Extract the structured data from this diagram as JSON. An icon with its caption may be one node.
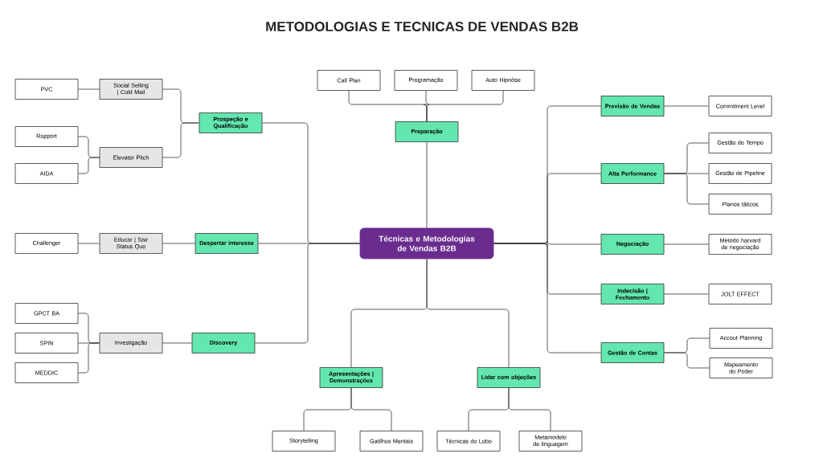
{
  "diagram": {
    "title": "METODOLOGIAS E TECNICAS DE VENDAS B2B",
    "nodes": [
      {
        "text": [
          "Call Plan"
        ]
      },
      {
        "text": [
          "Programação"
        ]
      },
      {
        "text": [
          "Auto Hipnóse"
        ]
      },
      {
        "text": [
          "PVC"
        ]
      },
      {
        "text": [
          "Social Selling | Cold Mail"
        ]
      },
      {
        "text": [
          "Previsão de Vendas"
        ]
      },
      {
        "text": [
          "Commitment Level"
        ]
      },
      {
        "text": [
          "Prospeção e Qualificação"
        ]
      },
      {
        "text": [
          "Preparação"
        ]
      },
      {
        "text": [
          "Rapport"
        ]
      },
      {
        "text": [
          "Gestão do Tempo"
        ]
      },
      {
        "text": [
          "Elevator Pitch"
        ]
      },
      {
        "text": [
          "Alta Performance"
        ]
      },
      {
        "text": [
          "Gestão de Pipeline"
        ]
      },
      {
        "text": [
          "AIDA"
        ]
      },
      {
        "text": [
          "Planos táticos"
        ]
      },
      {
        "text": [
          "Challenger"
        ]
      },
      {
        "text": [
          "Educar | Sair Status Quo"
        ]
      },
      {
        "text": [
          "Despertar interesse"
        ]
      },
      {
        "text": [
          "Técnicas e Metodologias de Vendas B2B"
        ]
      },
      {
        "text": [
          "Negociação"
        ]
      },
      {
        "text": [
          "Método harvard de negociação"
        ]
      },
      {
        "text": [
          "Indecisão | Fechamento"
        ]
      },
      {
        "text": [
          "JOLT EFFECT"
        ]
      },
      {
        "text": [
          "GPCT BA"
        ]
      },
      {
        "text": [
          "Gestão de Contas"
        ]
      },
      {
        "text": [
          "Accout Planning"
        ]
      },
      {
        "text": [
          "SPIN"
        ]
      },
      {
        "text": [
          "Investigação"
        ]
      },
      {
        "text": [
          "Discovery"
        ]
      },
      {
        "text": [
          "Mapeamento do Poder"
        ]
      },
      {
        "text": [
          "MEDDIC"
        ]
      },
      {
        "text": [
          "Apresentações | Demonstrações"
        ]
      },
      {
        "text": [
          "Lidar com objeções"
        ]
      },
      {
        "text": [
          "Storytelling"
        ]
      },
      {
        "text": [
          "Gatilhos Mentais"
        ]
      },
      {
        "text": [
          "Técnicas do Lobo"
        ]
      },
      {
        "text": [
          "Metamodelo de linguagem"
        ]
      }
    ],
    "edges": [
      {
        "from": 19,
        "to": 8,
        "arrow": "none"
      },
      {
        "from": 8,
        "to": 0,
        "arrow": "none"
      },
      {
        "from": 8,
        "to": 1,
        "arrow": "none"
      },
      {
        "from": 8,
        "to": 2,
        "arrow": "none"
      },
      {
        "from": 19,
        "to": 7,
        "arrow": "none"
      },
      {
        "from": 7,
        "to": 4,
        "arrow": "none"
      },
      {
        "from": 7,
        "to": 11,
        "arrow": "none"
      },
      {
        "from": 4,
        "to": 3,
        "arrow": "none"
      },
      {
        "from": 11,
        "to": 9,
        "arrow": "none"
      },
      {
        "from": 11,
        "to": 14,
        "arrow": "none"
      },
      {
        "from": 19,
        "to": 18,
        "arrow": "none"
      },
      {
        "from": 18,
        "to": 17,
        "arrow": "none"
      },
      {
        "from": 17,
        "to": 16,
        "arrow": "none"
      },
      {
        "from": 19,
        "to": 29,
        "arrow": "none"
      },
      {
        "from": 29,
        "to": 28,
        "arrow": "none"
      },
      {
        "from": 28,
        "to": 24,
        "arrow": "none"
      },
      {
        "from": 28,
        "to": 27,
        "arrow": "none"
      },
      {
        "from": 28,
        "to": 31,
        "arrow": "none"
      },
      {
        "from": 19,
        "to": 5,
        "arrow": "none"
      },
      {
        "from": 5,
        "to": 6,
        "arrow": "none"
      },
      {
        "from": 19,
        "to": 12,
        "arrow": "none"
      },
      {
        "from": 12,
        "to": 10,
        "arrow": "none"
      },
      {
        "from": 12,
        "to": 13,
        "arrow": "none"
      },
      {
        "from": 12,
        "to": 15,
        "arrow": "none"
      },
      {
        "from": 19,
        "to": 20,
        "arrow": "none"
      },
      {
        "from": 20,
        "to": 21,
        "arrow": "none"
      },
      {
        "from": 19,
        "to": 22,
        "arrow": "none"
      },
      {
        "from": 22,
        "to": 23,
        "arrow": "none"
      },
      {
        "from": 19,
        "to": 25,
        "arrow": "none"
      },
      {
        "from": 25,
        "to": 26,
        "arrow": "none"
      },
      {
        "from": 25,
        "to": 30,
        "arrow": "none"
      },
      {
        "from": 19,
        "to": 32,
        "arrow": "none"
      },
      {
        "from": 32,
        "to": 34,
        "arrow": "none"
      },
      {
        "from": 32,
        "to": 35,
        "arrow": "none"
      },
      {
        "from": 19,
        "to": 33,
        "arrow": "none"
      },
      {
        "from": 33,
        "to": 36,
        "arrow": "none"
      },
      {
        "from": 33,
        "to": 37,
        "arrow": "none"
      }
    ]
  }
}
